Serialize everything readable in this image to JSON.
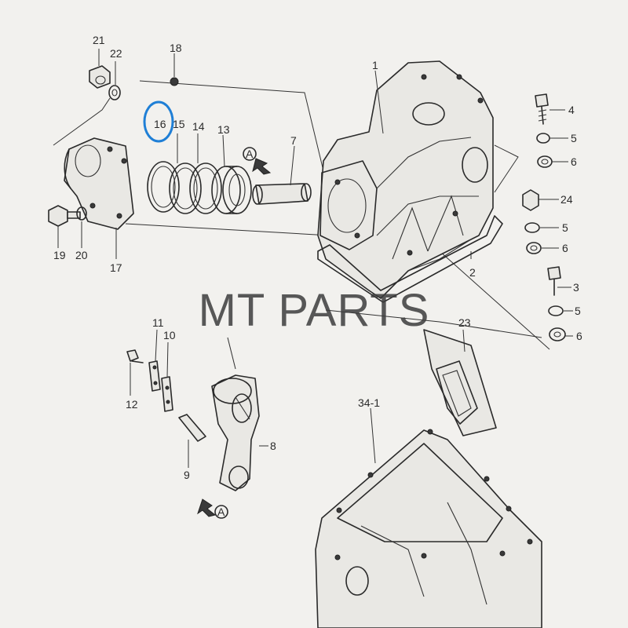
{
  "watermark": "MT PARTS",
  "highlight": {
    "label": "16",
    "color": "#1f7fd6"
  },
  "callouts": {
    "c1": "1",
    "c2": "2",
    "c3": "3",
    "c4": "4",
    "c5a": "5",
    "c5b": "5",
    "c5c": "5",
    "c6a": "6",
    "c6b": "6",
    "c6c": "6",
    "c7": "7",
    "c8": "8",
    "c9": "9",
    "c10": "10",
    "c11": "11",
    "c12": "12",
    "c13": "13",
    "c14": "14",
    "c15": "15",
    "c16": "16",
    "c17": "17",
    "c18": "18",
    "c19": "19",
    "c20": "20",
    "c21": "21",
    "c22": "22",
    "c23": "23",
    "c24": "24",
    "c341": "34-1"
  },
  "markers": {
    "top": "A",
    "bottom": "A"
  }
}
